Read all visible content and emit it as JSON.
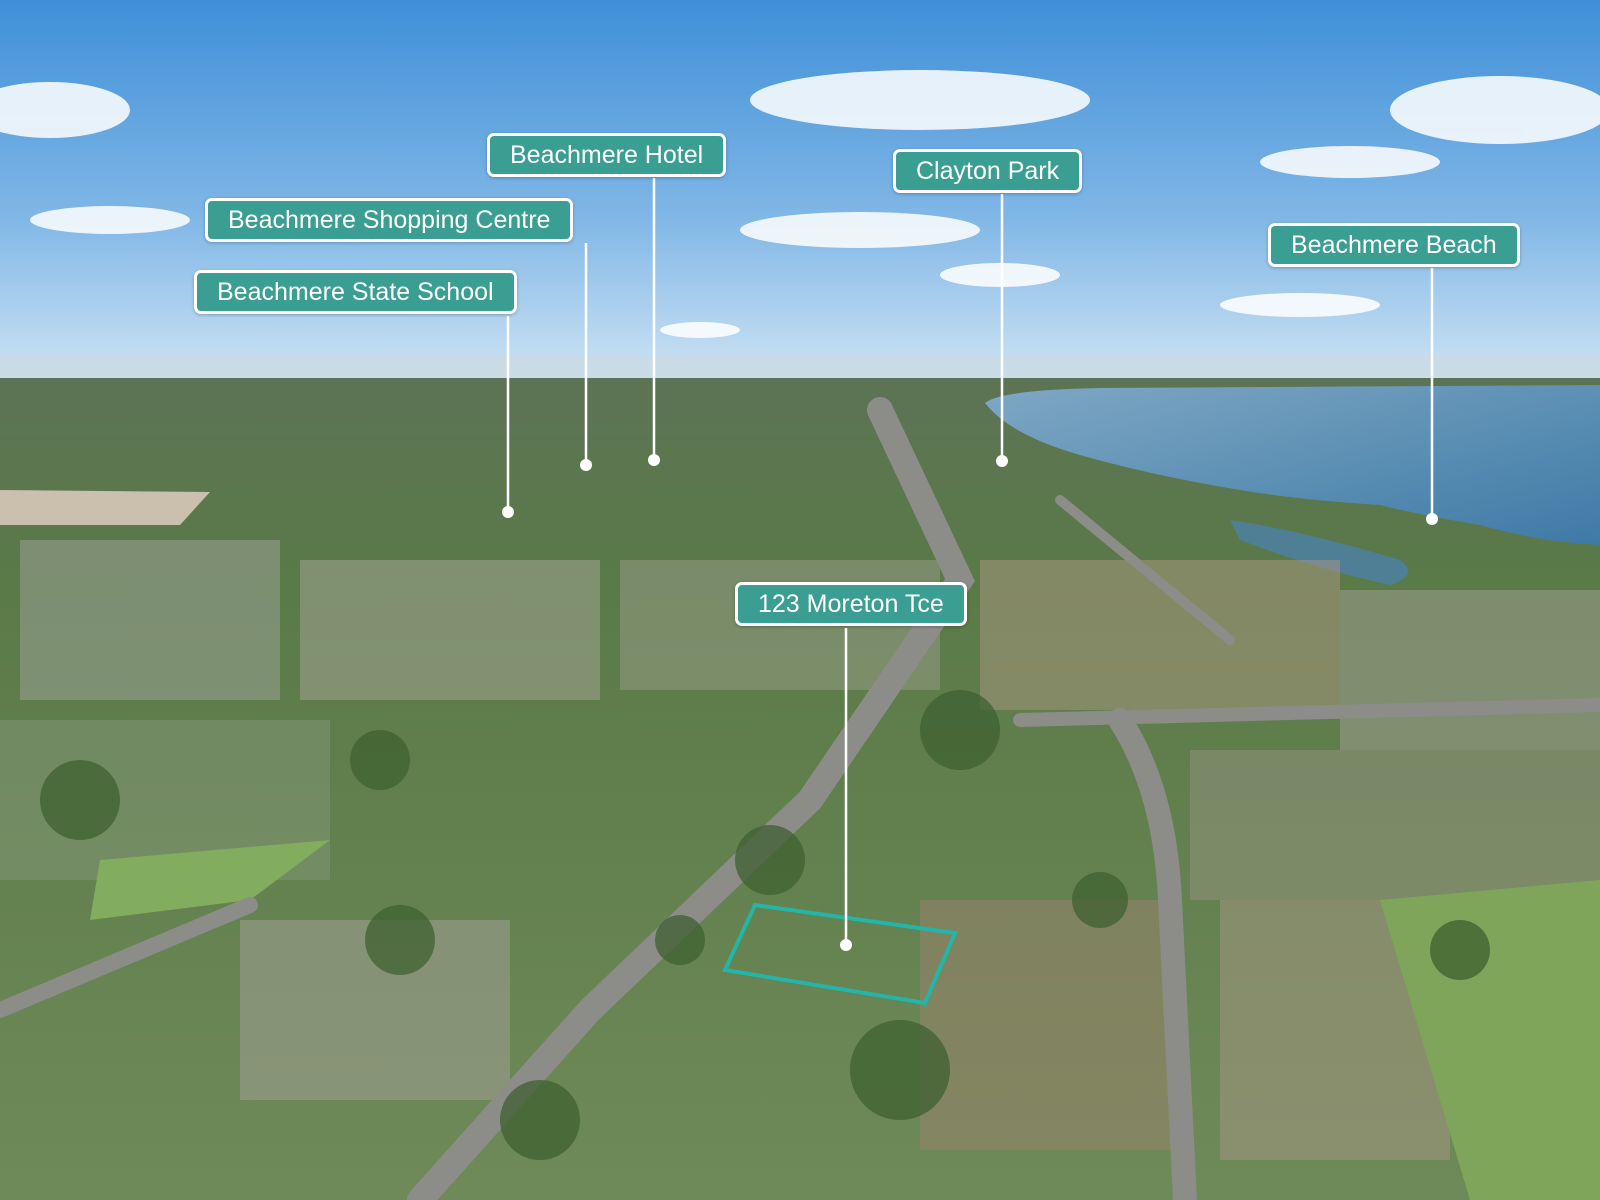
{
  "image": {
    "kind": "aerial-photograph",
    "colors": {
      "label_fill": "#3b9e93",
      "label_border": "#ffffff",
      "pointer": "#ffffff",
      "boundary": "#22b5a8"
    }
  },
  "labels": {
    "beachmere_hotel": "Beachmere Hotel",
    "beachmere_shopping_centre": "Beachmere Shopping Centre",
    "beachmere_state_school": "Beachmere State School",
    "clayton_park": "Clayton Park",
    "beachmere_beach": "Beachmere Beach",
    "property": "123 Moreton Tce"
  }
}
